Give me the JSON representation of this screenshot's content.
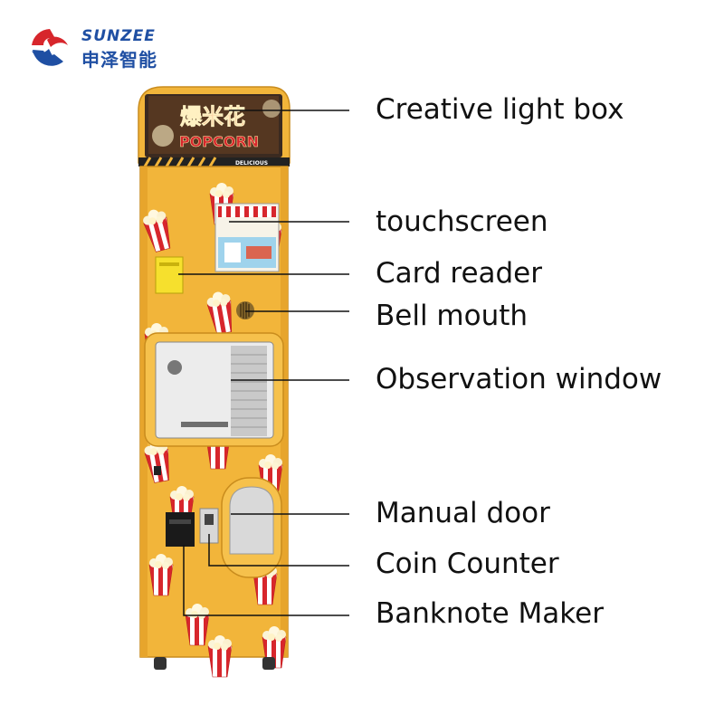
{
  "brand": {
    "name_en": "SUNZEE",
    "name_cn": "申泽智能",
    "colors": {
      "red": "#d7262c",
      "blue": "#1f4fa3"
    }
  },
  "machine": {
    "body_color": "#f2b53a",
    "lightbox_text_cn": "爆米花",
    "lightbox_text_en": "POPCORN",
    "lightbox_sub": "DELICIOUS"
  },
  "callouts": [
    {
      "id": "creative-light-box",
      "text": "Creative light box"
    },
    {
      "id": "touchscreen",
      "text": "touchscreen"
    },
    {
      "id": "card-reader",
      "text": "Card reader"
    },
    {
      "id": "bell-mouth",
      "text": "Bell mouth"
    },
    {
      "id": "observation-window",
      "text": "Observation window"
    },
    {
      "id": "manual-door",
      "text": "Manual door"
    },
    {
      "id": "coin-counter",
      "text": "Coin Counter"
    },
    {
      "id": "banknote-maker",
      "text": "Banknote Maker"
    }
  ]
}
